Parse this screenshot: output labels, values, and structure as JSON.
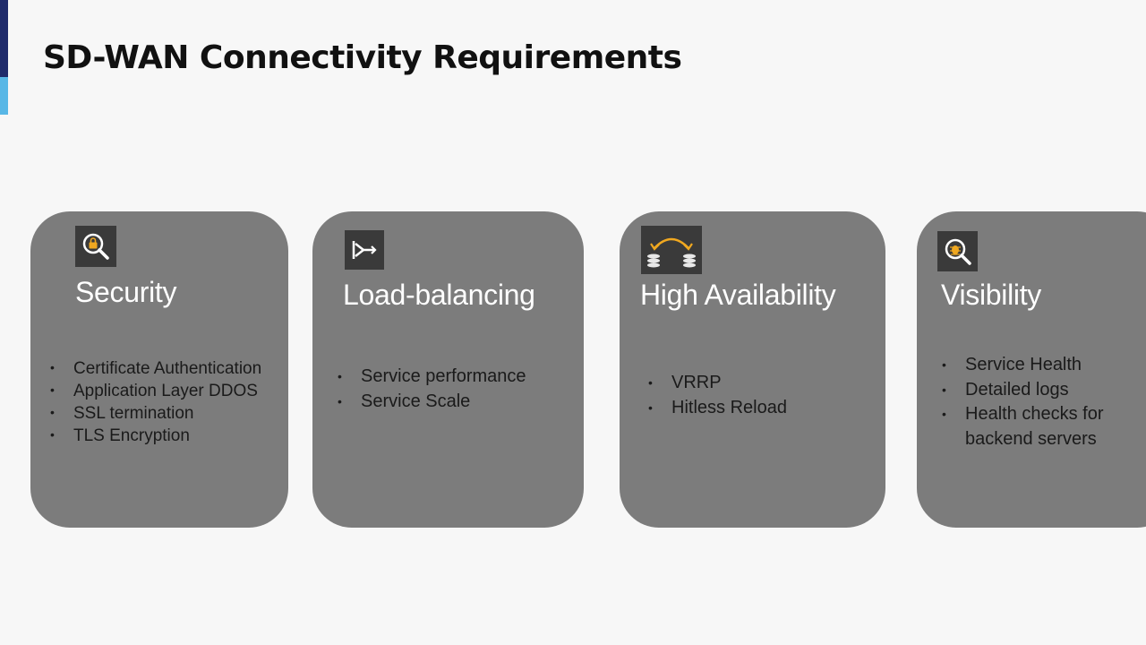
{
  "slide": {
    "title": "SD-WAN Connectivity Requirements"
  },
  "colors": {
    "card_background": "#7c7c7c",
    "icon_background": "#3a3a3a",
    "accent_dark": "#1f2b6b",
    "accent_light": "#58b7e6",
    "icon_highlight": "#f0a820"
  },
  "cards": [
    {
      "title": "Security",
      "icon": "lock-magnifier-icon",
      "bullets": [
        "Certificate Authentication",
        "Application Layer DDOS",
        "SSL termination",
        "TLS Encryption"
      ]
    },
    {
      "title": "Load-balancing",
      "icon": "split-arrows-icon",
      "bullets": [
        "Service performance",
        "Service Scale"
      ]
    },
    {
      "title": "High Availability",
      "icon": "database-sync-icon",
      "bullets": [
        "VRRP",
        "Hitless Reload"
      ]
    },
    {
      "title": "Visibility",
      "icon": "bug-magnifier-icon",
      "bullets": [
        "Service Health",
        "Detailed logs",
        "Health checks for backend servers"
      ]
    }
  ]
}
